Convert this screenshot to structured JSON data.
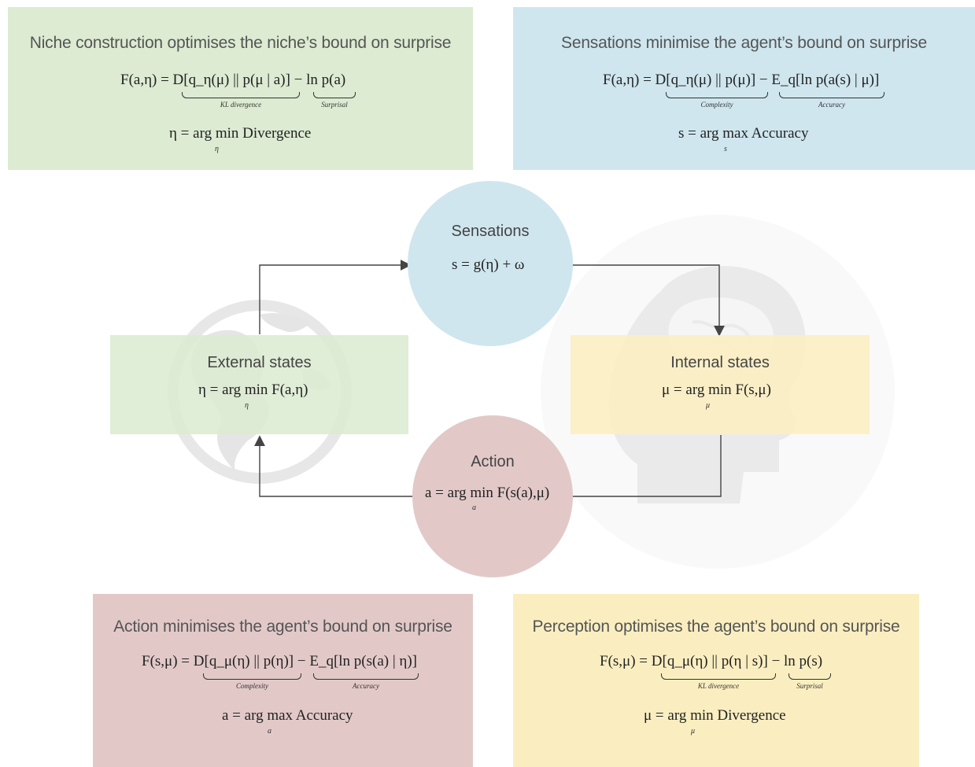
{
  "colors": {
    "green": "#dcebd2",
    "blue": "#cfe6ee",
    "pink": "#e2c9c8",
    "yellow": "#faeec0",
    "arrow": "#444444"
  },
  "icons": [
    "globe-icon",
    "head-brain-icon"
  ],
  "panels": {
    "niche": {
      "title": "Niche construction optimises the niche’s bound on surprise",
      "eq1": "F(a,η) = D[q_η(μ) || p(μ | a)] − ln p(a)",
      "brace1": "KL divergence",
      "brace2": "Surprisal",
      "eq2": "η = arg min Divergence",
      "eq2_sub": "η"
    },
    "sensations": {
      "title": "Sensations minimise the agent’s bound on surprise",
      "eq1": "F(a,η) = D[q_η(μ) || p(μ)] − E_q[ln p(a(s) | μ)]",
      "brace1": "Complexity",
      "brace2": "Accuracy",
      "eq2": "s = arg max Accuracy",
      "eq2_sub": "s"
    },
    "action": {
      "title": "Action minimises the agent’s bound on surprise",
      "eq1": "F(s,μ) = D[q_μ(η) || p(η)] − E_q[ln p(s(a) | η)]",
      "brace1": "Complexity",
      "brace2": "Accuracy",
      "eq2": "a = arg max Accuracy",
      "eq2_sub": "a"
    },
    "perception": {
      "title": "Perception optimises the agent’s bound on surprise",
      "eq1": "F(s,μ) = D[q_μ(η) || p(η | s)] − ln p(s)",
      "brace1": "KL divergence",
      "brace2": "Surprisal",
      "eq2": "μ = arg min Divergence",
      "eq2_sub": "μ"
    }
  },
  "nodes": {
    "sensations": {
      "title": "Sensations",
      "eq": "s = g(η) + ω"
    },
    "external": {
      "title": "External states",
      "eq": "η = arg min F(a,η)",
      "sub": "η"
    },
    "internal": {
      "title": "Internal states",
      "eq": "μ = arg min F(s,μ)",
      "sub": "μ"
    },
    "action": {
      "title": "Action",
      "eq": "a = arg min F(s(a),μ)",
      "sub": "a"
    }
  }
}
